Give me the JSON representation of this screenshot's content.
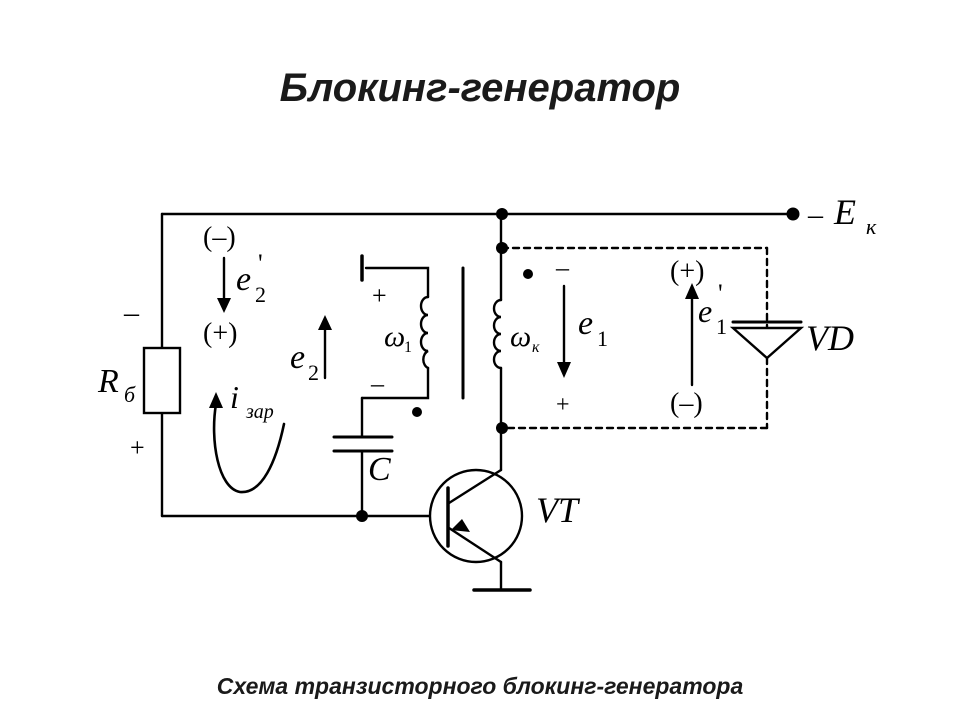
{
  "title": "Блокинг-генератор",
  "caption": "Схема транзисторного блокинг-генератора",
  "colors": {
    "line": "#000000",
    "background": "#ffffff",
    "text": "#1a1a1a"
  },
  "labels": {
    "supply_sign": "–",
    "supply_name": "E",
    "supply_sub": "к",
    "resistor_name": "R",
    "resistor_sub": "б",
    "resistor_minus": "–",
    "resistor_plus": "+",
    "e2p_top_sign": "(–)",
    "e2p_name": "e",
    "e2p_sub": "2",
    "e2p_prime": "'",
    "e2p_bottom_sign": "(+)",
    "i_name": "i",
    "i_sub": "зар",
    "e2_name": "e",
    "e2_sub": "2",
    "w1_plus": "+",
    "w1_name": "ω",
    "w1_sub": "1",
    "w1_minus": "–",
    "cap_name": "C",
    "wk_name": "ω",
    "wk_sub": "к",
    "e1_top_sign": "–",
    "e1_name": "e",
    "e1_sub": "1",
    "e1_bottom_sign": "+",
    "e1p_top_sign": "(+)",
    "e1p_name": "e",
    "e1p_sub": "1",
    "e1p_prime": "'",
    "e1p_bottom_sign": "(–)",
    "diode_name": "VD",
    "transistor_name": "VT"
  }
}
